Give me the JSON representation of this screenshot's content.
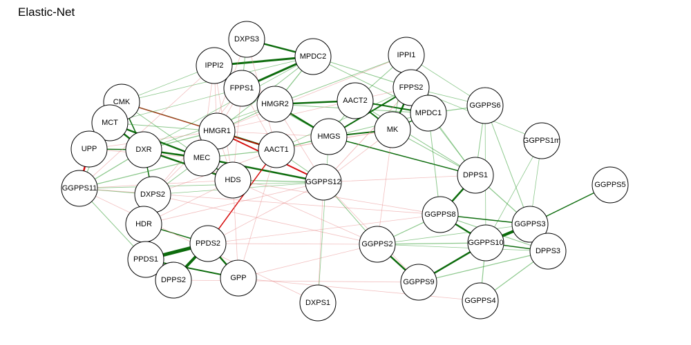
{
  "title": "Elastic-Net",
  "colors": {
    "positive": "#006400",
    "positive_light": "#2e9a2e",
    "negative": "#d40000",
    "negative_light": "#e88a8a",
    "node_fill": "#ffffff",
    "node_stroke": "#000000"
  },
  "nodes": [
    {
      "id": "DXPS3",
      "label": "DXPS3"
    },
    {
      "id": "IPPI2",
      "label": "IPPI2"
    },
    {
      "id": "MPDC2",
      "label": "MPDC2"
    },
    {
      "id": "IPPI1",
      "label": "IPPI1"
    },
    {
      "id": "FPPS1",
      "label": "FPPS1"
    },
    {
      "id": "CMK",
      "label": "CMK"
    },
    {
      "id": "HMGR2",
      "label": "HMGR2"
    },
    {
      "id": "AACT2",
      "label": "AACT2"
    },
    {
      "id": "FPPS2",
      "label": "FPPS2"
    },
    {
      "id": "GGPPS6",
      "label": "GGPPS6"
    },
    {
      "id": "MCT",
      "label": "MCT"
    },
    {
      "id": "MPDC1",
      "label": "MPDC1"
    },
    {
      "id": "HMGR1",
      "label": "HMGR1"
    },
    {
      "id": "MK",
      "label": "MK"
    },
    {
      "id": "HMGS",
      "label": "HMGS"
    },
    {
      "id": "UPP",
      "label": "UPP"
    },
    {
      "id": "DXR",
      "label": "DXR"
    },
    {
      "id": "AACT1",
      "label": "AACT1"
    },
    {
      "id": "GGPPS1m",
      "label": "GGPPS1m"
    },
    {
      "id": "MEC",
      "label": "MEC"
    },
    {
      "id": "DPPS1",
      "label": "DPPS1"
    },
    {
      "id": "HDS",
      "label": "HDS"
    },
    {
      "id": "GGPPS12",
      "label": "GGPPS12"
    },
    {
      "id": "GGPPS11",
      "label": "GGPPS11"
    },
    {
      "id": "GGPPS5",
      "label": "GGPPS5"
    },
    {
      "id": "DXPS2",
      "label": "DXPS2"
    },
    {
      "id": "GGPPS8",
      "label": "GGPPS8"
    },
    {
      "id": "GGPPS3",
      "label": "GGPPS3"
    },
    {
      "id": "HDR",
      "label": "HDR"
    },
    {
      "id": "PPDS2",
      "label": "PPDS2"
    },
    {
      "id": "GGPPS2",
      "label": "GGPPS2"
    },
    {
      "id": "GGPPS10",
      "label": "GGPPS10"
    },
    {
      "id": "DPPS3",
      "label": "DPPS3"
    },
    {
      "id": "PPDS1",
      "label": "PPDS1"
    },
    {
      "id": "DPPS2",
      "label": "DPPS2"
    },
    {
      "id": "GPP",
      "label": "GPP"
    },
    {
      "id": "GGPPS9",
      "label": "GGPPS9"
    },
    {
      "id": "DXPS1",
      "label": "DXPS1"
    },
    {
      "id": "GGPPS4",
      "label": "GGPPS4"
    }
  ],
  "edges": [
    {
      "source": "DXPS3",
      "target": "MPDC2",
      "sign": "positive",
      "weight": 2.5
    },
    {
      "source": "IPPI2",
      "target": "MPDC2",
      "sign": "positive",
      "weight": 3
    },
    {
      "source": "FPPS1",
      "target": "MPDC2",
      "sign": "positive",
      "weight": 3
    },
    {
      "source": "HMGR2",
      "target": "AACT2",
      "sign": "positive",
      "weight": 2.5
    },
    {
      "source": "HMGR2",
      "target": "HMGS",
      "sign": "positive",
      "weight": 2.5
    },
    {
      "source": "HMGR2",
      "target": "MPDC2",
      "sign": "positive",
      "weight": 1.3
    },
    {
      "source": "FPPS2",
      "target": "MK",
      "sign": "positive",
      "weight": 2.5
    },
    {
      "source": "FPPS2",
      "target": "HMGS",
      "sign": "positive",
      "weight": 2
    },
    {
      "source": "FPPS2",
      "target": "MPDC1",
      "sign": "positive",
      "weight": 1.5
    },
    {
      "source": "AACT2",
      "target": "MK",
      "sign": "positive",
      "weight": 2
    },
    {
      "source": "AACT2",
      "target": "MPDC1",
      "sign": "positive",
      "weight": 2
    },
    {
      "source": "MPDC1",
      "target": "MK",
      "sign": "positive",
      "weight": 1.5
    },
    {
      "source": "MPDC1",
      "target": "GGPPS6",
      "sign": "positive",
      "weight": 1.3
    },
    {
      "source": "HMGS",
      "target": "MK",
      "sign": "positive",
      "weight": 2
    },
    {
      "source": "HMGS",
      "target": "DPPS1",
      "sign": "positive",
      "weight": 1.5
    },
    {
      "source": "HMGR1",
      "target": "AACT1",
      "sign": "positive",
      "weight": 2.5
    },
    {
      "source": "HMGR1",
      "target": "GGPPS12",
      "sign": "negative",
      "weight": 2
    },
    {
      "source": "CMK",
      "target": "AACT1",
      "sign": "negative",
      "weight": 1.5
    },
    {
      "source": "CMK",
      "target": "DXR",
      "sign": "positive",
      "weight": 1.5
    },
    {
      "source": "MCT",
      "target": "DXR",
      "sign": "positive",
      "weight": 2.5
    },
    {
      "source": "MCT",
      "target": "MEC",
      "sign": "positive",
      "weight": 2.5
    },
    {
      "source": "MCT",
      "target": "UPP",
      "sign": "positive",
      "weight": 1.2
    },
    {
      "source": "DXR",
      "target": "MEC",
      "sign": "positive",
      "weight": 2.5
    },
    {
      "source": "DXR",
      "target": "HDS",
      "sign": "positive",
      "weight": 2.5
    },
    {
      "source": "DXR",
      "target": "UPP",
      "sign": "positive",
      "weight": 1.5
    },
    {
      "source": "DXR",
      "target": "DXPS2",
      "sign": "positive",
      "weight": 1.5
    },
    {
      "source": "DXR",
      "target": "HMGR1",
      "sign": "positive",
      "weight": 1.3
    },
    {
      "source": "DXR",
      "target": "GGPPS11",
      "sign": "positive",
      "weight": 1.3
    },
    {
      "source": "MEC",
      "target": "GGPPS12",
      "sign": "positive",
      "weight": 2.5
    },
    {
      "source": "MEC",
      "target": "HDS",
      "sign": "positive",
      "weight": 1.5
    },
    {
      "source": "MEC",
      "target": "AACT1",
      "sign": "positive",
      "weight": 1.2
    },
    {
      "source": "MEC",
      "target": "GGPPS11",
      "sign": "positive",
      "weight": 1.3
    },
    {
      "source": "UPP",
      "target": "GGPPS11",
      "sign": "negative",
      "weight": 2.5
    },
    {
      "source": "HDS",
      "target": "GGPPS12",
      "sign": "positive",
      "weight": 1.2
    },
    {
      "source": "HDR",
      "target": "PPDS1",
      "sign": "positive",
      "weight": 1.5
    },
    {
      "source": "HDR",
      "target": "PPDS2",
      "sign": "positive",
      "weight": 1.5
    },
    {
      "source": "PPDS1",
      "target": "PPDS2",
      "sign": "positive",
      "weight": 5
    },
    {
      "source": "PPDS2",
      "target": "DPPS2",
      "sign": "positive",
      "weight": 4
    },
    {
      "source": "PPDS2",
      "target": "GPP",
      "sign": "positive",
      "weight": 2.5
    },
    {
      "source": "PPDS1",
      "target": "GPP",
      "sign": "positive",
      "weight": 2
    },
    {
      "source": "PPDS1",
      "target": "DPPS2",
      "sign": "positive",
      "weight": 1.5
    },
    {
      "source": "PPDS2",
      "target": "AACT1",
      "sign": "negative",
      "weight": 1.5
    },
    {
      "source": "DPPS1",
      "target": "GGPPS8",
      "sign": "positive",
      "weight": 2.5
    },
    {
      "source": "DPPS1",
      "target": "GGPPS3",
      "sign": "positive",
      "weight": 1.3
    },
    {
      "source": "GGPPS8",
      "target": "GGPPS10",
      "sign": "positive",
      "weight": 2.5
    },
    {
      "source": "GGPPS8",
      "target": "GGPPS2",
      "sign": "positive",
      "weight": 1.2
    },
    {
      "source": "GGPPS3",
      "target": "GGPPS10",
      "sign": "positive",
      "weight": 4
    },
    {
      "source": "GGPPS3",
      "target": "GGPPS5",
      "sign": "positive",
      "weight": 1.5
    },
    {
      "source": "GGPPS3",
      "target": "DPPS3",
      "sign": "positive",
      "weight": 1.3
    },
    {
      "source": "GGPPS10",
      "target": "DPPS3",
      "sign": "positive",
      "weight": 1.5
    },
    {
      "source": "GGPPS10",
      "target": "GGPPS9",
      "sign": "positive",
      "weight": 2.5
    },
    {
      "source": "GGPPS10",
      "target": "GGPPS4",
      "sign": "positive",
      "weight": 1.2
    },
    {
      "source": "GGPPS10",
      "target": "GGPPS2",
      "sign": "positive",
      "weight": 1.2
    },
    {
      "source": "GGPPS2",
      "target": "GGPPS9",
      "sign": "positive",
      "weight": 2.5
    },
    {
      "source": "GGPPS9",
      "target": "DPPS3",
      "sign": "positive",
      "weight": 1.2
    },
    {
      "source": "GGPPS4",
      "target": "DPPS3",
      "sign": "positive",
      "weight": 1.2
    },
    {
      "source": "FPPS1",
      "target": "HMGR2",
      "sign": "positive",
      "weight": 1.3
    },
    {
      "source": "AACT2",
      "target": "DPPS1",
      "sign": "positive",
      "weight": 1
    },
    {
      "source": "MK",
      "target": "AACT1",
      "sign": "negative",
      "weight": 1.3
    },
    {
      "source": "FPPS2",
      "target": "GGPPS12",
      "sign": "negative",
      "weight": 1
    },
    {
      "source": "GGPPS6",
      "target": "GGPPS3",
      "sign": "positive",
      "weight": 1
    },
    {
      "source": "GGPPS6",
      "target": "GGPPS10",
      "sign": "positive",
      "weight": 0.8
    },
    {
      "source": "GGPPS1m",
      "target": "GGPPS3",
      "sign": "positive",
      "weight": 0.8
    },
    {
      "source": "IPPI1",
      "target": "HMGR2",
      "sign": "positive",
      "weight": 1
    },
    {
      "source": "IPPI1",
      "target": "AACT2",
      "sign": "positive",
      "weight": 1
    },
    {
      "source": "MPDC2",
      "target": "FPPS2",
      "sign": "positive",
      "weight": 1
    },
    {
      "source": "MPDC2",
      "target": "MPDC1",
      "sign": "positive",
      "weight": 1
    },
    {
      "source": "MPDC2",
      "target": "HMGR1",
      "sign": "positive",
      "weight": 1
    },
    {
      "source": "MPDC2",
      "target": "CMK",
      "sign": "positive",
      "weight": 0.8
    },
    {
      "source": "HMGR2",
      "target": "MPDC1",
      "sign": "positive",
      "weight": 1
    },
    {
      "source": "HMGR2",
      "target": "HMGR1",
      "sign": "positive",
      "weight": 1
    },
    {
      "source": "HMGR2",
      "target": "DXR",
      "sign": "positive",
      "weight": 0.8
    },
    {
      "source": "DXPS3",
      "target": "FPPS1",
      "sign": "positive",
      "weight": 1
    },
    {
      "source": "IPPI2",
      "target": "HMGR1",
      "sign": "negative",
      "weight": 0.8
    },
    {
      "source": "IPPI2",
      "target": "MEC",
      "sign": "negative",
      "weight": 0.8
    },
    {
      "source": "FPPS1",
      "target": "HMGR1",
      "sign": "negative",
      "weight": 0.8
    },
    {
      "source": "FPPS1",
      "target": "AACT1",
      "sign": "negative",
      "weight": 0.8
    },
    {
      "source": "DXPS3",
      "target": "AACT1",
      "sign": "negative",
      "weight": 0.8
    },
    {
      "source": "CMK",
      "target": "MEC",
      "sign": "positive",
      "weight": 1
    },
    {
      "source": "CMK",
      "target": "HMGR1",
      "sign": "positive",
      "weight": 1
    },
    {
      "source": "MCT",
      "target": "HMGR1",
      "sign": "positive",
      "weight": 1
    },
    {
      "source": "MCT",
      "target": "GGPPS11",
      "sign": "positive",
      "weight": 1
    },
    {
      "source": "HMGR1",
      "target": "HDS",
      "sign": "negative",
      "weight": 0.8
    },
    {
      "source": "HMGR1",
      "target": "HMGS",
      "sign": "negative",
      "weight": 0.8
    },
    {
      "source": "AACT1",
      "target": "HMGS",
      "sign": "positive",
      "weight": 1
    },
    {
      "source": "AACT1",
      "target": "GGPPS12",
      "sign": "positive",
      "weight": 1
    },
    {
      "source": "HMGS",
      "target": "AACT2",
      "sign": "positive",
      "weight": 1
    },
    {
      "source": "MK",
      "target": "GGPPS12",
      "sign": "negative",
      "weight": 0.8
    },
    {
      "source": "DXPS2",
      "target": "HMGR1",
      "sign": "negative",
      "weight": 0.8
    },
    {
      "source": "DXPS2",
      "target": "GGPPS12",
      "sign": "positive",
      "weight": 0.8
    },
    {
      "source": "DXPS2",
      "target": "GGPPS11",
      "sign": "positive",
      "weight": 1
    },
    {
      "source": "DXPS2",
      "target": "MEC",
      "sign": "positive",
      "weight": 1
    },
    {
      "source": "HDS",
      "target": "GGPPS11",
      "sign": "negative",
      "weight": 0.8
    },
    {
      "source": "GGPPS11",
      "target": "PPDS1",
      "sign": "positive",
      "weight": 1
    },
    {
      "source": "GGPPS11",
      "target": "GGPPS8",
      "sign": "negative",
      "weight": 0.8
    },
    {
      "source": "GGPPS11",
      "target": "GGPPS12",
      "sign": "positive",
      "weight": 0.8
    },
    {
      "source": "UPP",
      "target": "MEC",
      "sign": "negative",
      "weight": 0.8
    },
    {
      "source": "UPP",
      "target": "HMGR1",
      "sign": "negative",
      "weight": 0.8
    },
    {
      "source": "GGPPS12",
      "target": "GGPPS2",
      "sign": "positive",
      "weight": 1
    },
    {
      "source": "GGPPS12",
      "target": "DXPS1",
      "sign": "negative",
      "weight": 0.8
    },
    {
      "source": "GGPPS12",
      "target": "DPPS1",
      "sign": "negative",
      "weight": 0.8
    },
    {
      "source": "HDS",
      "target": "GGPPS8",
      "sign": "negative",
      "weight": 0.8
    },
    {
      "source": "HDS",
      "target": "HDR",
      "sign": "negative",
      "weight": 0.8
    },
    {
      "source": "HDS",
      "target": "GGPPS2",
      "sign": "negative",
      "weight": 0.8
    },
    {
      "source": "DXPS2",
      "target": "GGPPS2",
      "sign": "negative",
      "weight": 0.8
    },
    {
      "source": "DXPS2",
      "target": "AACT1",
      "sign": "negative",
      "weight": 0.8
    },
    {
      "source": "HDR",
      "target": "GGPPS12",
      "sign": "negative",
      "weight": 0.8
    },
    {
      "source": "PPDS2",
      "target": "GGPPS12",
      "sign": "negative",
      "weight": 0.8
    },
    {
      "source": "PPDS2",
      "target": "GGPPS8",
      "sign": "negative",
      "weight": 0.8
    },
    {
      "source": "PPDS2",
      "target": "GGPPS2",
      "sign": "negative",
      "weight": 0.8
    },
    {
      "source": "GPP",
      "target": "GGPPS2",
      "sign": "negative",
      "weight": 0.8
    },
    {
      "source": "GPP",
      "target": "GGPPS4",
      "sign": "negative",
      "weight": 0.8
    },
    {
      "source": "DPPS2",
      "target": "GGPPS9",
      "sign": "negative",
      "weight": 0.8
    },
    {
      "source": "GPP",
      "target": "AACT1",
      "sign": "negative",
      "weight": 0.8
    },
    {
      "source": "DXPS1",
      "target": "HMGS",
      "sign": "positive",
      "weight": 0.8
    },
    {
      "source": "DXPS1",
      "target": "GGPPS11",
      "sign": "negative",
      "weight": 0.8
    },
    {
      "source": "GGPPS2",
      "target": "DPPS3",
      "sign": "positive",
      "weight": 0.8
    },
    {
      "source": "GGPPS2",
      "target": "GGPPS3",
      "sign": "positive",
      "weight": 0.8
    },
    {
      "source": "DPPS1",
      "target": "MK",
      "sign": "positive",
      "weight": 1
    },
    {
      "source": "DPPS1",
      "target": "FPPS2",
      "sign": "positive",
      "weight": 0.8
    },
    {
      "source": "MPDC1",
      "target": "GGPPS8",
      "sign": "positive",
      "weight": 1
    },
    {
      "source": "MPDC1",
      "target": "DPPS1",
      "sign": "positive",
      "weight": 1
    },
    {
      "source": "MK",
      "target": "GGPPS2",
      "sign": "negative",
      "weight": 0.8
    },
    {
      "source": "FPPS2",
      "target": "GGPPS1m",
      "sign": "positive",
      "weight": 0.8
    },
    {
      "source": "FPPS2",
      "target": "GGPPS6",
      "sign": "positive",
      "weight": 0.8
    },
    {
      "source": "IPPI1",
      "target": "GGPPS6",
      "sign": "positive",
      "weight": 0.8
    },
    {
      "source": "IPPI1",
      "target": "MK",
      "sign": "positive",
      "weight": 1
    },
    {
      "source": "GGPPS1m",
      "target": "GGPPS10",
      "sign": "positive",
      "weight": 0.8
    },
    {
      "source": "GGPPS6",
      "target": "DPPS1",
      "sign": "positive",
      "weight": 1
    },
    {
      "source": "GGPPS8",
      "target": "GGPPS3",
      "sign": "positive",
      "weight": 1.5
    },
    {
      "source": "GGPPS8",
      "target": "DPPS3",
      "sign": "positive",
      "weight": 1
    },
    {
      "source": "HMGS",
      "target": "FPPS1",
      "sign": "positive",
      "weight": 0.8
    },
    {
      "source": "MCT",
      "target": "FPPS1",
      "sign": "positive",
      "weight": 0.8
    },
    {
      "source": "CMK",
      "target": "IPPI2",
      "sign": "positive",
      "weight": 0.8
    },
    {
      "source": "DXR",
      "target": "MPDC2",
      "sign": "positive",
      "weight": 0.8
    },
    {
      "source": "GGPPS11",
      "target": "IPPI2",
      "sign": "negative",
      "weight": 0.8
    },
    {
      "source": "DXPS2",
      "target": "FPPS1",
      "sign": "negative",
      "weight": 0.8
    },
    {
      "source": "HDS",
      "target": "FPPS1",
      "sign": "negative",
      "weight": 0.8
    },
    {
      "source": "MEC",
      "target": "DXPS3",
      "sign": "negative",
      "weight": 0.8
    },
    {
      "source": "HMGR1",
      "target": "FPPS2",
      "sign": "negative",
      "weight": 0.8
    },
    {
      "source": "HMGR1",
      "target": "IPPI1",
      "sign": "negative",
      "weight": 0.8
    },
    {
      "source": "AACT1",
      "target": "MPDC1",
      "sign": "positive",
      "weight": 1
    },
    {
      "source": "AACT1",
      "target": "FPPS2",
      "sign": "positive",
      "weight": 0.8
    },
    {
      "source": "HDS",
      "target": "GPP",
      "sign": "negative",
      "weight": 0.8
    },
    {
      "source": "GGPPS12",
      "target": "GGPPS9",
      "sign": "negative",
      "weight": 0.8
    },
    {
      "source": "HMGR2",
      "target": "GGPPS12",
      "sign": "negative",
      "weight": 0.8
    },
    {
      "source": "IPPI2",
      "target": "HDS",
      "sign": "negative",
      "weight": 0.8
    }
  ]
}
